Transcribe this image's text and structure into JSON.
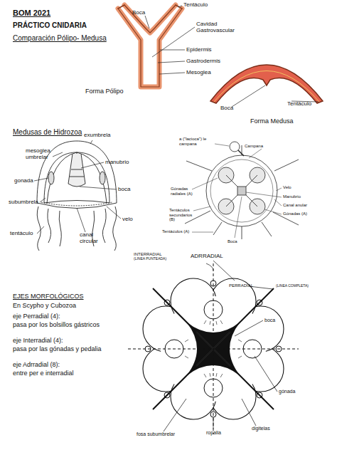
{
  "diagram": {
    "title": "BOM 2021",
    "labels": [
      "PRÁCTICO CNIDARIA",
      "Comparación Pólipo- Medusa",
      "Boca",
      "Tentáculo",
      "Cavidad Gastrovascular",
      "Epidermis",
      "Gastrodermis",
      "Mesoglea",
      "Forma Pólipo",
      "Boca",
      "Tentáculo",
      "Forma Medusa",
      "Medusas de Hidrozoa",
      "exumbrela",
      "mesoglea umbrelar",
      "manubrio",
      "gonada",
      "boca",
      "subumbrela",
      "velo",
      "tentáculo",
      "canal circular",
      "a (\"lacioca\") le campana",
      "Campana",
      "Gónadas radiales (A)",
      "Tentáculos secundarios (B)",
      "Velo",
      "Manubrio",
      "Canal anular",
      "Gónadas (A)",
      "Tentáculos (A)",
      "Boca",
      "INTERRADIAL",
      "(LINEA PUNTEADA)",
      "ADRRADIAL",
      "PERRADIAL",
      "(LINEA COMPLETA)",
      "EJES MORFOLÓGICOS",
      "En Scypho y Cubozoa",
      "eje Perradial (4):",
      "pasa por los bolsillos gástricos",
      "eje Interradial (4):",
      "pasa por las gónadas y pedalia",
      "eje Adrradial (8):",
      "entre per e interradial",
      "boca",
      "gónada",
      "digitelas",
      "ropalia",
      "fosa subumbrelar"
    ]
  }
}
